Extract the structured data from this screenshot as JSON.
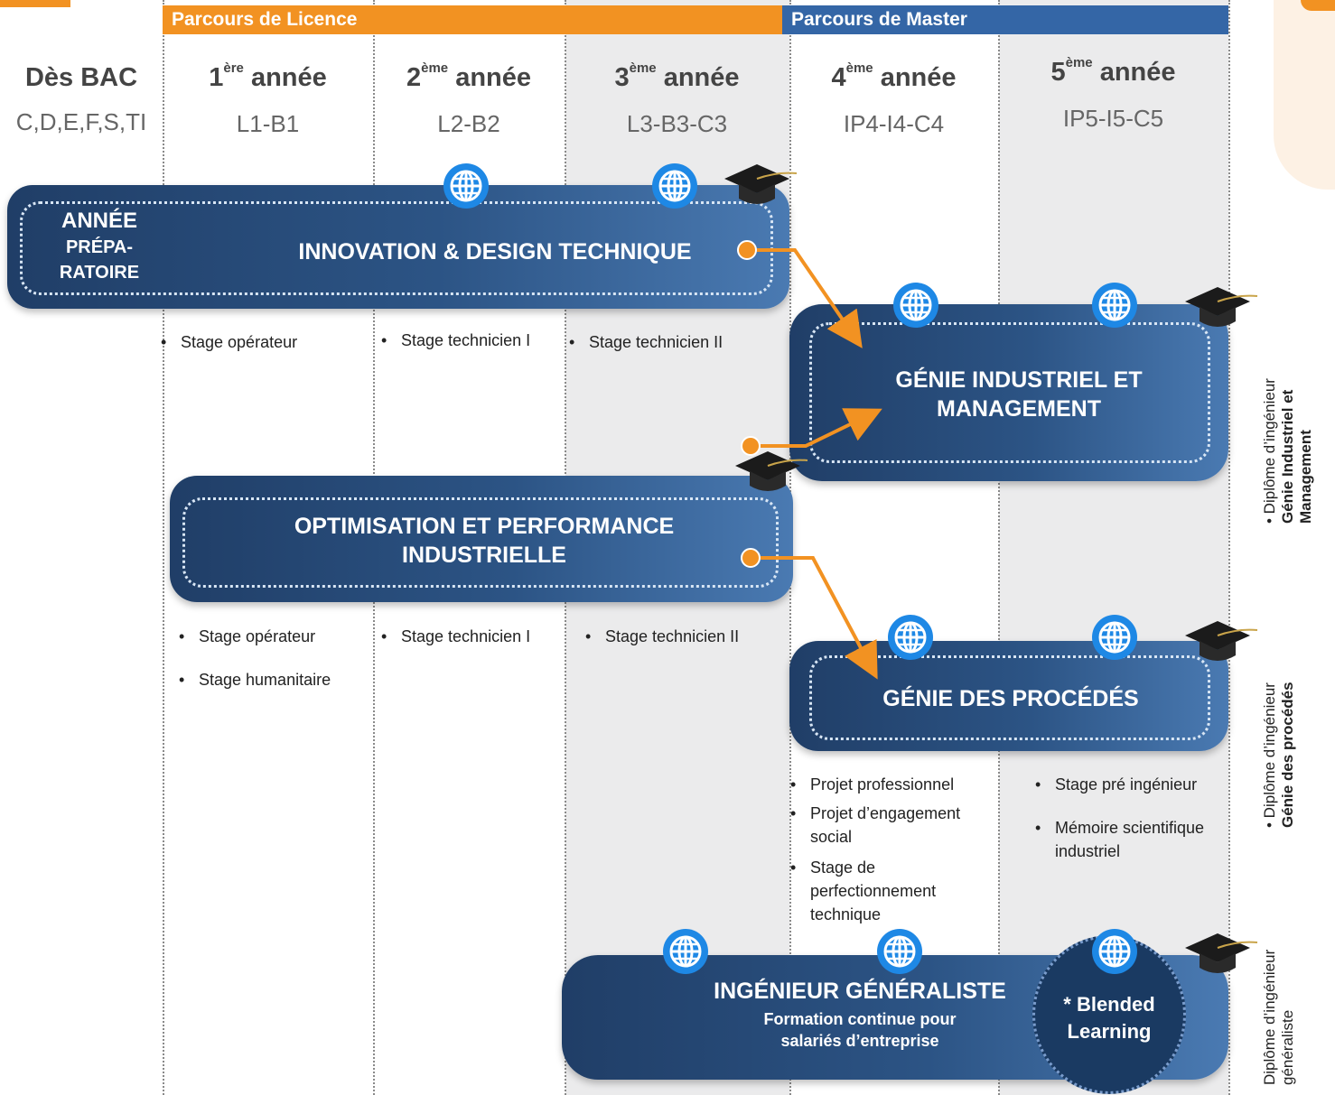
{
  "bands": {
    "licence": "Parcours de Licence",
    "master": "Parcours de Master"
  },
  "columns": [
    {
      "head_main": "Dès BAC",
      "head_sup": "",
      "head_rest": "",
      "code": "C,D,E,F,S,TI"
    },
    {
      "head_main": "1",
      "head_sup": "ère",
      "head_rest": " année",
      "code": "L1-B1"
    },
    {
      "head_main": "2",
      "head_sup": "ème",
      "head_rest": " année",
      "code": "L2-B2"
    },
    {
      "head_main": "3",
      "head_sup": "ème",
      "head_rest": " année",
      "code": "L3-B3-C3"
    },
    {
      "head_main": "4",
      "head_sup": "ème",
      "head_rest": " année",
      "code": "IP4-I4-C4"
    },
    {
      "head_main": "5",
      "head_sup": "ème",
      "head_rest": " année",
      "code": "IP5-I5-C5"
    }
  ],
  "programs": {
    "innovation": {
      "prep_line1": "ANNÉE",
      "prep_line2": "PRÉPA-",
      "prep_line3": "RATOIRE",
      "title": "INNOVATION & DESIGN TECHNIQUE"
    },
    "gim": {
      "title_line1": "GÉNIE INDUSTRIEL ET",
      "title_line2": "MANAGEMENT"
    },
    "opi": {
      "title_line1": "OPTIMISATION ET PERFORMANCE",
      "title_line2": "INDUSTRIELLE"
    },
    "gp": {
      "title": "GÉNIE DES PROCÉDÉS"
    },
    "ig": {
      "title": "INGÉNIEUR GÉNÉRALISTE",
      "sub_line1": "Formation continue pour",
      "sub_line2": "salariés d’entreprise",
      "badge_line1": "* Blended",
      "badge_line2": "Learning"
    }
  },
  "stages": {
    "row1": [
      "Stage opérateur",
      "Stage technicien I",
      "Stage technicien II"
    ],
    "row2": [
      "Stage opérateur",
      "Stage humanitaire",
      "Stage technicien I",
      "Stage technicien II"
    ],
    "row3_col4": [
      "Projet professionnel",
      "Projet d’engagement",
      "social",
      "Stage de",
      "perfectionnement",
      "technique"
    ],
    "row3_col5": [
      "Stage pré ingénieur",
      "Mémoire scientifique",
      "industriel"
    ]
  },
  "diplomas": {
    "gim": {
      "prefix": "Diplôme d’ingénieur",
      "name_line1": "Génie Industriel et",
      "name_line2": "Management"
    },
    "gp": {
      "prefix": "Diplôme d’ingénieur",
      "name_line1": "Génie des procédés"
    },
    "ig": {
      "line1": "Diplôme d’ingénieur",
      "line2": "généraliste"
    }
  },
  "colors": {
    "orange": "#f29222",
    "blue_dark": "#203e67",
    "blue_light": "#4a7ab2",
    "master_band": "#3466a6"
  },
  "icons": {
    "globe": "globe-icon",
    "cap": "graduation-cap-icon"
  }
}
